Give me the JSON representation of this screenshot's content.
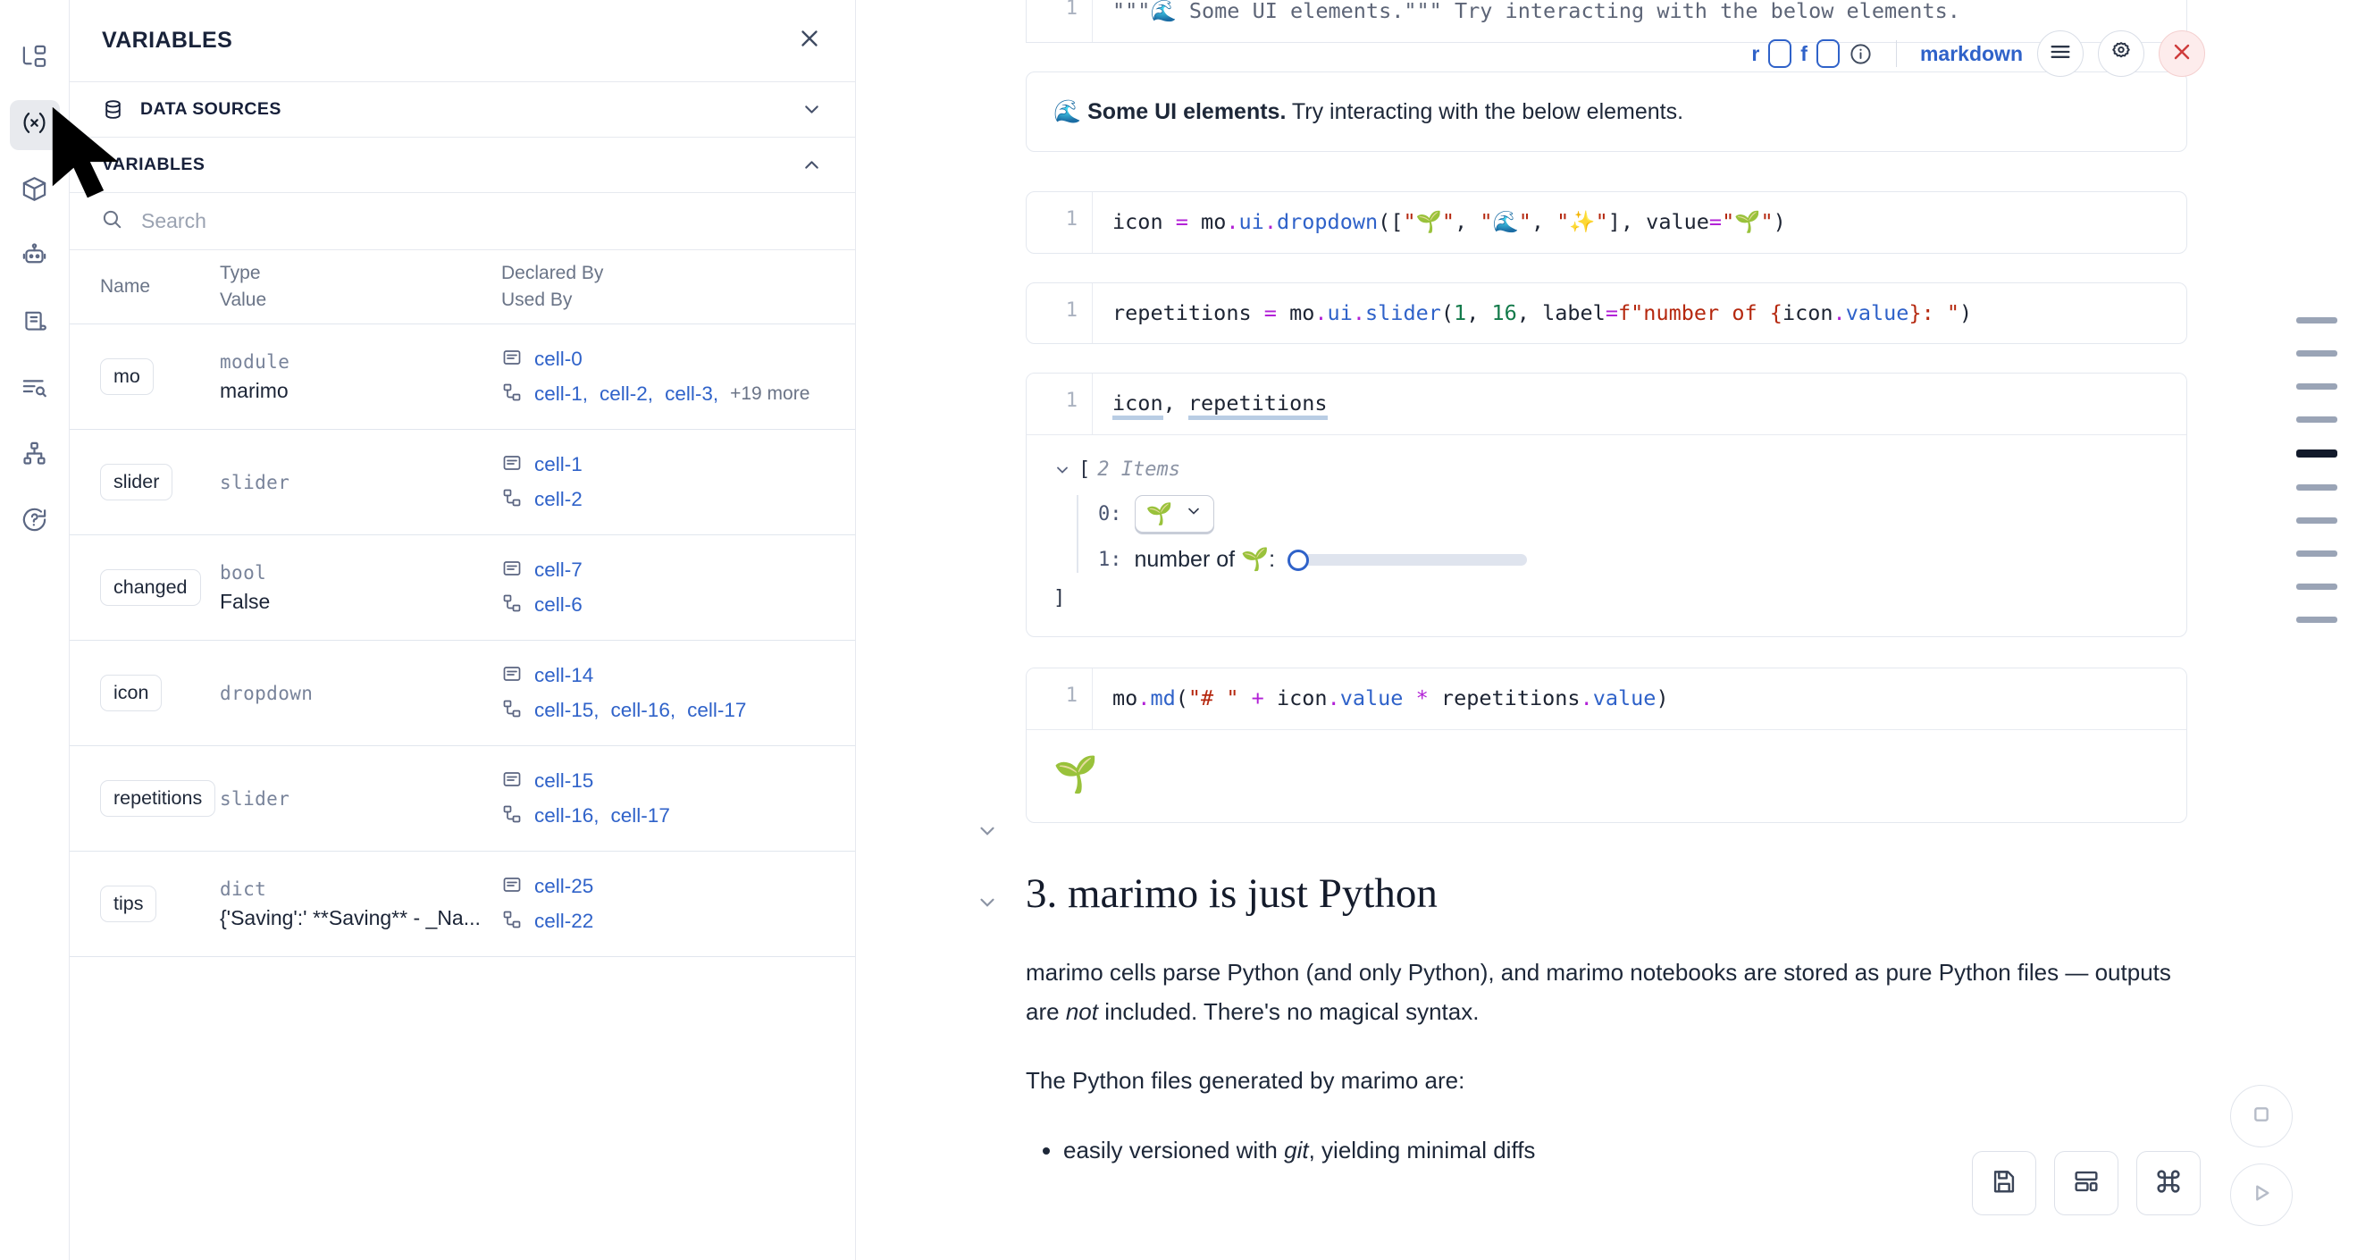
{
  "rail": {
    "items": [
      {
        "icon": "file-tree-icon",
        "name": "sidebar-item-file-explorer",
        "active": false
      },
      {
        "icon": "variables-icon",
        "name": "sidebar-item-variables",
        "active": true
      },
      {
        "icon": "package-cube-icon",
        "name": "sidebar-item-packages",
        "active": false
      },
      {
        "icon": "robot-icon",
        "name": "sidebar-item-chat",
        "active": false
      },
      {
        "icon": "scroll-icon",
        "name": "sidebar-item-documentation",
        "active": false
      },
      {
        "icon": "outline-search-icon",
        "name": "sidebar-item-outline",
        "active": false
      },
      {
        "icon": "dependency-graph-icon",
        "name": "sidebar-item-dependency-graph",
        "active": false
      },
      {
        "icon": "help-circle-icon",
        "name": "sidebar-item-help",
        "active": false
      }
    ]
  },
  "panel": {
    "title": "VARIABLES",
    "close_icon": "close-icon",
    "sections": [
      {
        "label": "DATA SOURCES",
        "icon": "database-icon",
        "chevron": "chevron-down-icon",
        "expanded": false
      },
      {
        "label": "VARIABLES",
        "icon": "",
        "chevron": "chevron-up-icon",
        "expanded": true
      }
    ],
    "search": {
      "placeholder": "Search",
      "value": "",
      "icon": "search-icon"
    },
    "table": {
      "headers": {
        "name": "Name",
        "type": "Type",
        "value": "Value",
        "declared_by": "Declared By",
        "used_by": "Used By"
      },
      "rows": [
        {
          "name": "mo",
          "type": "module",
          "value": "marimo",
          "declared_by": [
            "cell-0"
          ],
          "used_by": [
            "cell-1",
            "cell-2",
            "cell-3"
          ],
          "used_by_more": "+19 more"
        },
        {
          "name": "slider",
          "type": "slider",
          "value": "",
          "declared_by": [
            "cell-1"
          ],
          "used_by": [
            "cell-2"
          ],
          "used_by_more": ""
        },
        {
          "name": "changed",
          "type": "bool",
          "value": "False",
          "declared_by": [
            "cell-7"
          ],
          "used_by": [
            "cell-6"
          ],
          "used_by_more": ""
        },
        {
          "name": "icon",
          "type": "dropdown",
          "value": "",
          "declared_by": [
            "cell-14"
          ],
          "used_by": [
            "cell-15",
            "cell-16",
            "cell-17"
          ],
          "used_by_more": ""
        },
        {
          "name": "repetitions",
          "type": "slider",
          "value": "",
          "declared_by": [
            "cell-15"
          ],
          "used_by": [
            "cell-16",
            "cell-17"
          ],
          "used_by_more": ""
        },
        {
          "name": "tips",
          "type": "dict",
          "value": "{'Saving':' **Saving** - _Na...",
          "declared_by": [
            "cell-25"
          ],
          "used_by": [
            "cell-22"
          ],
          "used_by_more": ""
        }
      ]
    }
  },
  "cell_toolbar": {
    "key_r": "r",
    "key_f": "f",
    "info_icon": "info-icon",
    "language": "markdown",
    "menu_icon": "hamburger-icon",
    "settings_icon": "gear-icon",
    "close_icon": "close-icon"
  },
  "notebook": {
    "top_cell": {
      "line_no": "1",
      "code": "\"\"\"🌊 Some UI elements.\"\"\" Try interacting with the below elements."
    },
    "md_output": {
      "emoji": "🌊",
      "bold": "Some UI elements.",
      "rest": " Try interacting with the below elements."
    },
    "cells": [
      {
        "line_no": "1",
        "tokens": [
          {
            "t": "icon ",
            "c": "plain"
          },
          {
            "t": "=",
            "c": "op"
          },
          {
            "t": " mo",
            "c": "plain"
          },
          {
            "t": ".",
            "c": "op"
          },
          {
            "t": "ui",
            "c": "attr"
          },
          {
            "t": ".",
            "c": "op"
          },
          {
            "t": "dropdown",
            "c": "attr"
          },
          {
            "t": "([",
            "c": "punc"
          },
          {
            "t": "\"🌱\"",
            "c": "str"
          },
          {
            "t": ", ",
            "c": "punc"
          },
          {
            "t": "\"🌊\"",
            "c": "str"
          },
          {
            "t": ", ",
            "c": "punc"
          },
          {
            "t": "\"✨\"",
            "c": "str"
          },
          {
            "t": "], value",
            "c": "punc"
          },
          {
            "t": "=",
            "c": "op"
          },
          {
            "t": "\"🌱\"",
            "c": "str"
          },
          {
            "t": ")",
            "c": "punc"
          }
        ]
      },
      {
        "line_no": "1",
        "tokens": [
          {
            "t": "repetitions ",
            "c": "plain"
          },
          {
            "t": "=",
            "c": "op"
          },
          {
            "t": " mo",
            "c": "plain"
          },
          {
            "t": ".",
            "c": "op"
          },
          {
            "t": "ui",
            "c": "attr"
          },
          {
            "t": ".",
            "c": "op"
          },
          {
            "t": "slider",
            "c": "attr"
          },
          {
            "t": "(",
            "c": "punc"
          },
          {
            "t": "1",
            "c": "num"
          },
          {
            "t": ", ",
            "c": "punc"
          },
          {
            "t": "16",
            "c": "num"
          },
          {
            "t": ", label",
            "c": "punc"
          },
          {
            "t": "=",
            "c": "op"
          },
          {
            "t": "f\"number of {",
            "c": "str"
          },
          {
            "t": "icon",
            "c": "plain"
          },
          {
            "t": ".",
            "c": "op"
          },
          {
            "t": "value",
            "c": "attr"
          },
          {
            "t": "}",
            "c": "str"
          },
          {
            "t": ": \"",
            "c": "str"
          },
          {
            "t": ")",
            "c": "punc"
          }
        ]
      }
    ],
    "interactive_cell": {
      "line_no": "1",
      "code": "icon, repetitions",
      "tree": {
        "open_bracket": "[",
        "items_label": "2 Items",
        "close_bracket": "]",
        "chevron": "chevron-down-icon",
        "entries": [
          {
            "index": "0:",
            "kind": "dropdown",
            "value": "🌱",
            "chevron": "chevron-down-icon"
          },
          {
            "index": "1:",
            "kind": "slider",
            "label": "number of 🌱:",
            "value": 1,
            "min": 1,
            "max": 16
          }
        ]
      }
    },
    "md_cell": {
      "line_no": "1",
      "tokens": [
        {
          "t": "mo",
          "c": "plain"
        },
        {
          "t": ".",
          "c": "op"
        },
        {
          "t": "md",
          "c": "attr"
        },
        {
          "t": "(",
          "c": "punc"
        },
        {
          "t": "\"# \"",
          "c": "str"
        },
        {
          "t": " ",
          "c": "punc"
        },
        {
          "t": "+",
          "c": "op"
        },
        {
          "t": " icon",
          "c": "plain"
        },
        {
          "t": ".",
          "c": "op"
        },
        {
          "t": "value",
          "c": "attr"
        },
        {
          "t": " ",
          "c": "punc"
        },
        {
          "t": "*",
          "c": "op"
        },
        {
          "t": " repetitions",
          "c": "plain"
        },
        {
          "t": ".",
          "c": "op"
        },
        {
          "t": "value",
          "c": "attr"
        },
        {
          "t": ")",
          "c": "punc"
        }
      ],
      "output_emoji": "🌱"
    },
    "section": {
      "heading": "3. marimo is just Python",
      "chevron": "chevron-down-icon",
      "paragraphs": [
        {
          "parts": [
            {
              "t": "marimo cells parse Python (and only Python), and marimo notebooks are stored as pure Python files — outputs are ",
              "i": false
            },
            {
              "t": "not",
              "i": true
            },
            {
              "t": " included. There's no magical syntax.",
              "i": false
            }
          ]
        },
        {
          "parts": [
            {
              "t": "The Python files generated by marimo are:",
              "i": false
            }
          ]
        }
      ],
      "bullets": [
        {
          "parts": [
            {
              "t": "easily versioned with ",
              "i": false
            },
            {
              "t": "git",
              "i": true
            },
            {
              "t": ", yielding minimal diffs",
              "i": false
            }
          ]
        }
      ]
    }
  },
  "minimap": {
    "bars": [
      {
        "active": false
      },
      {
        "active": false
      },
      {
        "active": false
      },
      {
        "active": false
      },
      {
        "active": true
      },
      {
        "active": false
      },
      {
        "active": false
      },
      {
        "active": false
      },
      {
        "active": false
      },
      {
        "active": false
      }
    ]
  },
  "fabs": {
    "save": {
      "label": "save-icon"
    },
    "layout": {
      "label": "layout-icon"
    },
    "command": {
      "label": "command-icon"
    },
    "stop": {
      "label": "stop-icon"
    },
    "run": {
      "label": "play-icon"
    }
  }
}
